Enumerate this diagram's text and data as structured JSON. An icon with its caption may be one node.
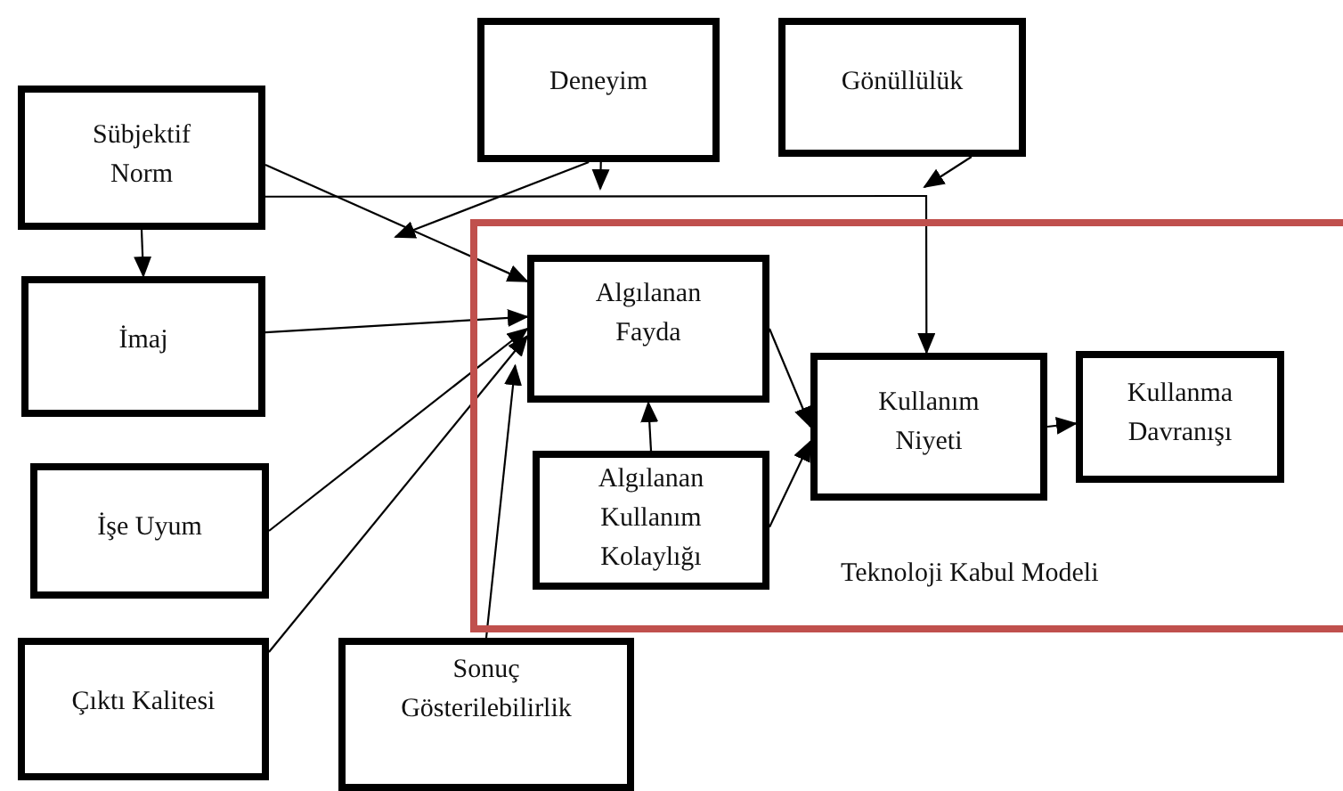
{
  "diagram": {
    "nodes": [
      {
        "text": [
          "Sübjektif Norm"
        ]
      },
      {
        "text": [
          "Deneyim"
        ]
      },
      {
        "text": [
          "Gönüllülük"
        ]
      },
      {
        "text": [
          "İmaj"
        ]
      },
      {
        "text": [
          "Teknoloji Kabul Modeli"
        ]
      },
      {
        "text": [
          "Algılanan Fayda"
        ],
        "in": 4
      },
      {
        "text": [
          "Kullanım Niyeti"
        ],
        "in": 4
      },
      {
        "text": [
          "Kullanma Davranışı"
        ],
        "in": 4
      },
      {
        "text": [
          "Algılanan Kullanım Kolaylığı"
        ],
        "in": 4
      },
      {
        "text": [
          "İşe Uyum"
        ]
      },
      {
        "text": [
          "Çıktı Kalitesi"
        ]
      },
      {
        "text": [
          "Sonuç Gösterilebilirlik"
        ]
      }
    ],
    "edges": [
      {
        "from": 0,
        "to": 3,
        "arrow": "to"
      },
      {
        "from": 0,
        "to": 5,
        "arrow": "to"
      },
      {
        "from": 0,
        "to": 6,
        "arrow": "to"
      },
      {
        "from": 1,
        "to": null,
        "arrow": "to"
      },
      {
        "from": 1,
        "to": null,
        "arrow": "to"
      },
      {
        "from": 2,
        "to": null,
        "arrow": "to"
      },
      {
        "from": 3,
        "to": 5,
        "arrow": "to"
      },
      {
        "from": 9,
        "to": 5,
        "arrow": "to"
      },
      {
        "from": 10,
        "to": 5,
        "arrow": "to"
      },
      {
        "from": 11,
        "to": 5,
        "arrow": "to"
      },
      {
        "from": 8,
        "to": 5,
        "arrow": "to"
      },
      {
        "from": 5,
        "to": 6,
        "arrow": "to"
      },
      {
        "from": 8,
        "to": 6,
        "arrow": "to"
      },
      {
        "from": 6,
        "to": 7,
        "arrow": "to"
      }
    ]
  }
}
